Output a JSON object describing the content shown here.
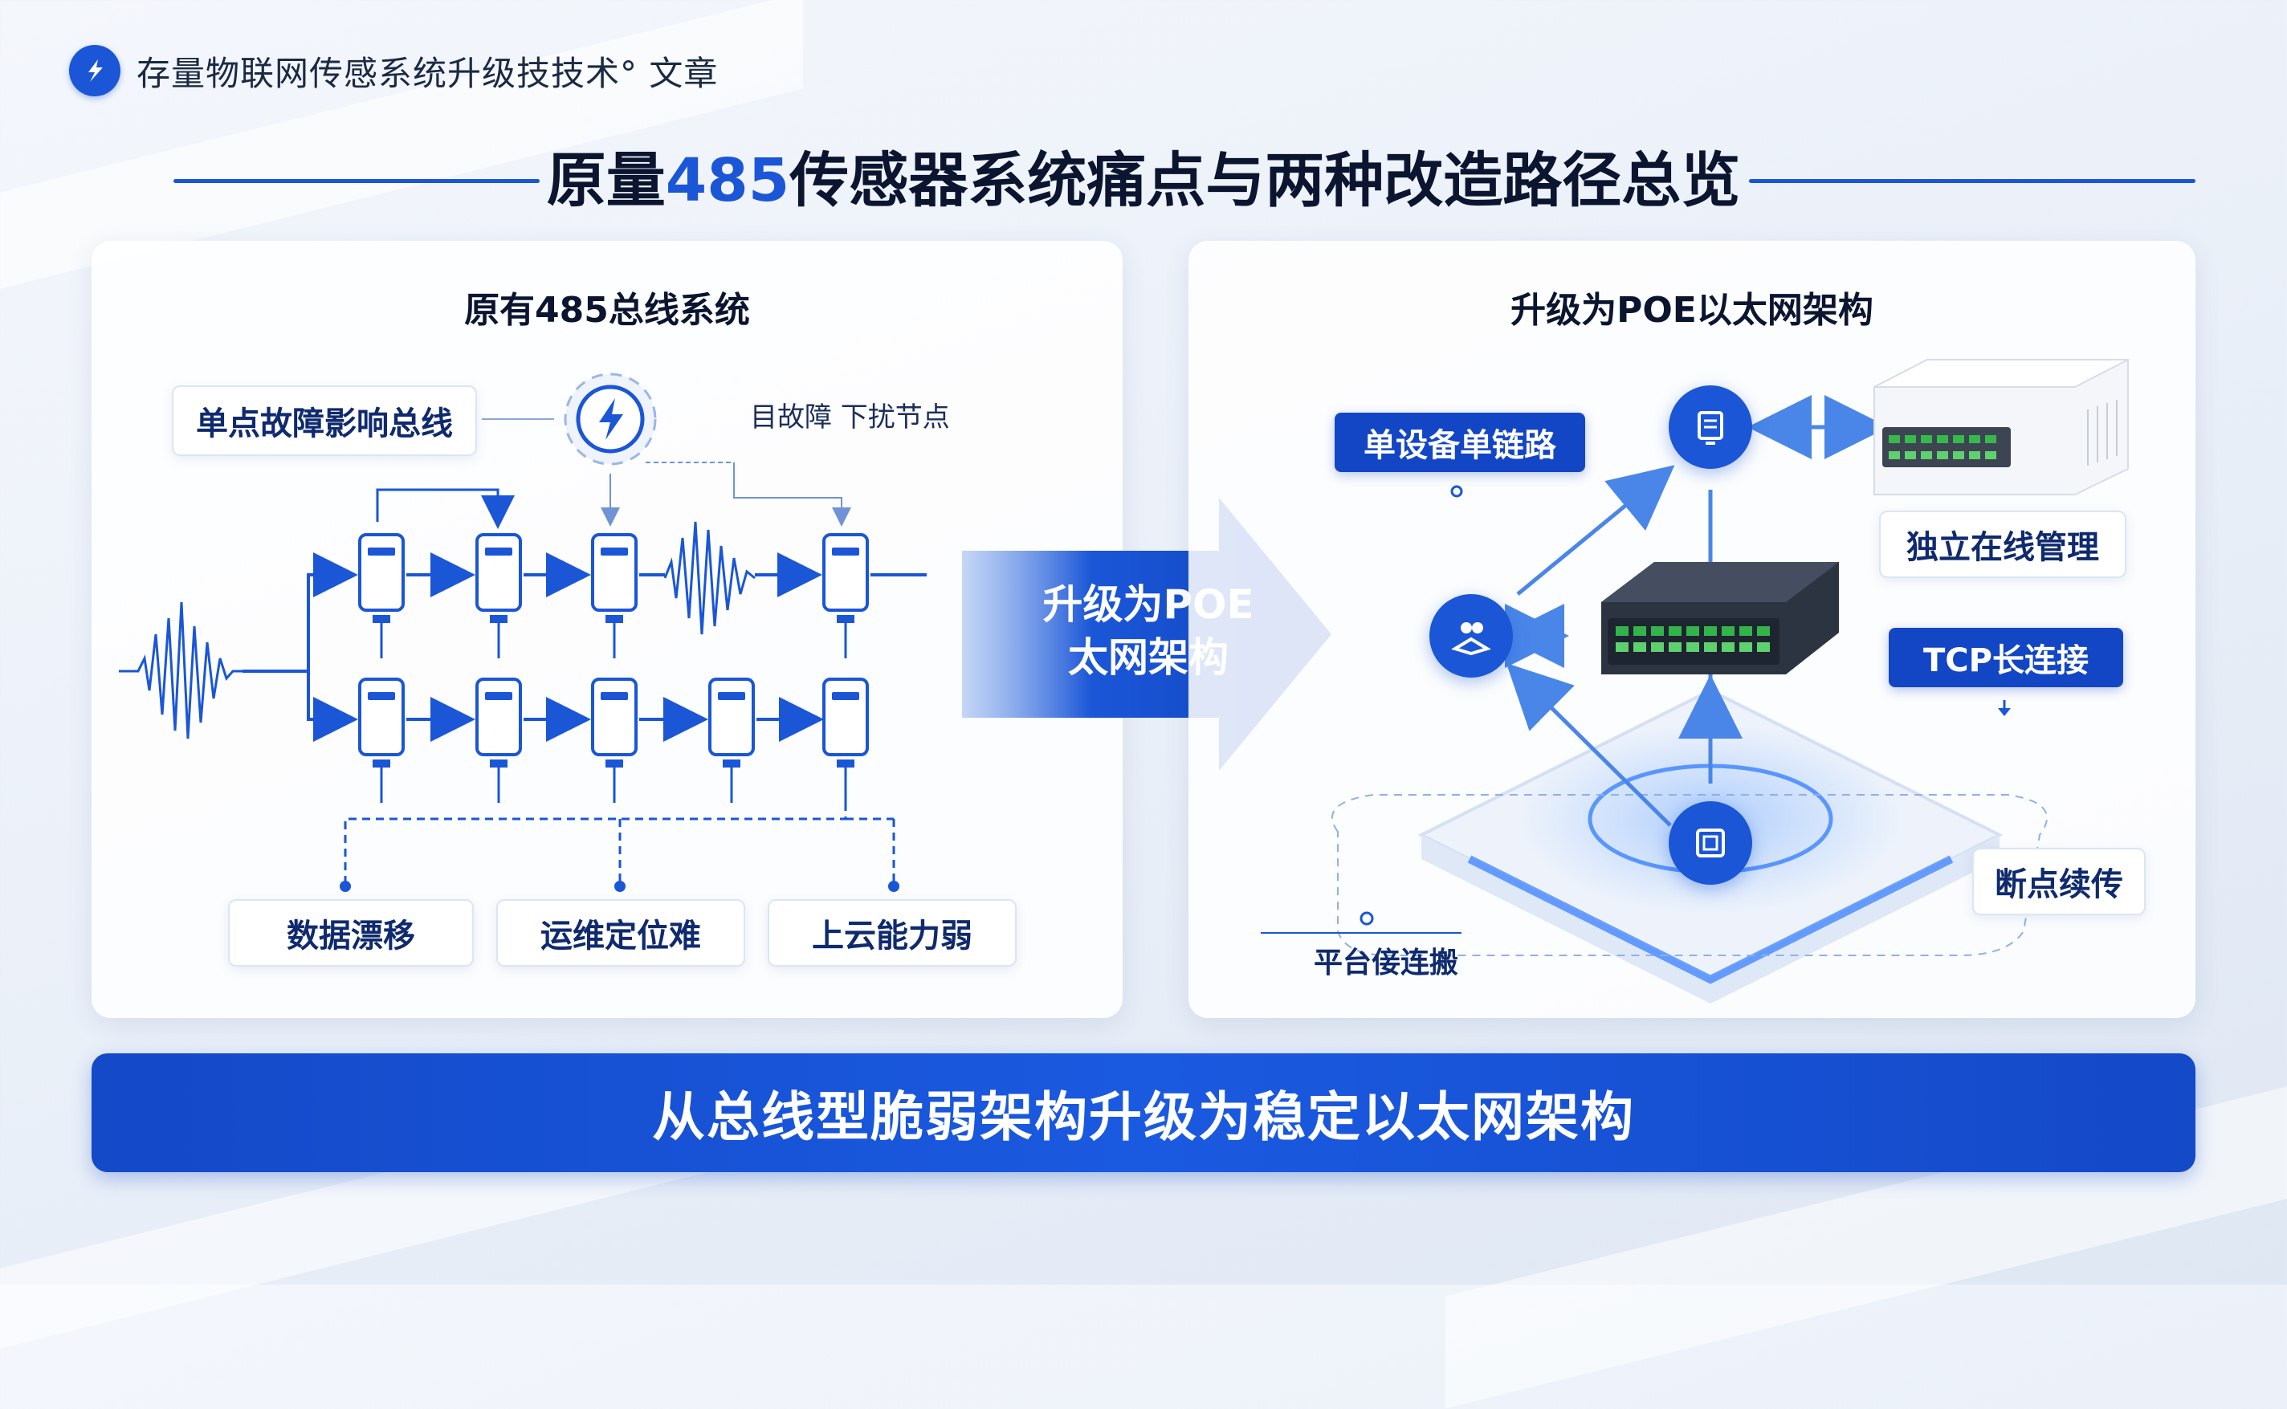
{
  "header": {
    "brand": "存量物联网传感系统升级技技术° 文章"
  },
  "title": {
    "accent": "485",
    "prefix": "原量",
    "suffix": "传感器系统痛点与两种改造路径总览"
  },
  "left_panel": {
    "title": "原有485总线系统",
    "fault_label": "单点故障影响总线",
    "interference_label": "目故障 下扰节点",
    "pain_points": [
      "数据漂移",
      "运维定位难",
      "上云能力弱"
    ]
  },
  "upgrade_arrow": {
    "line1": "升级为POE",
    "line2": "太网架构"
  },
  "right_panel": {
    "title": "升级为POE以太网架构",
    "single_link": "单设备单链路",
    "independent": "独立在线管理",
    "tcp": "TCP长连接",
    "resume": "断点续传",
    "platform": "平台倿连搬"
  },
  "banner": {
    "text": "从总线型脆弱架构升级为稳定以太网架构"
  },
  "colors": {
    "accent": "#1a56d6",
    "dark_blue": "#1346c4",
    "text": "#0b1530"
  },
  "icons": [
    "lightning-icon",
    "device-icon",
    "users-icon",
    "server-icon",
    "switch-icon"
  ]
}
